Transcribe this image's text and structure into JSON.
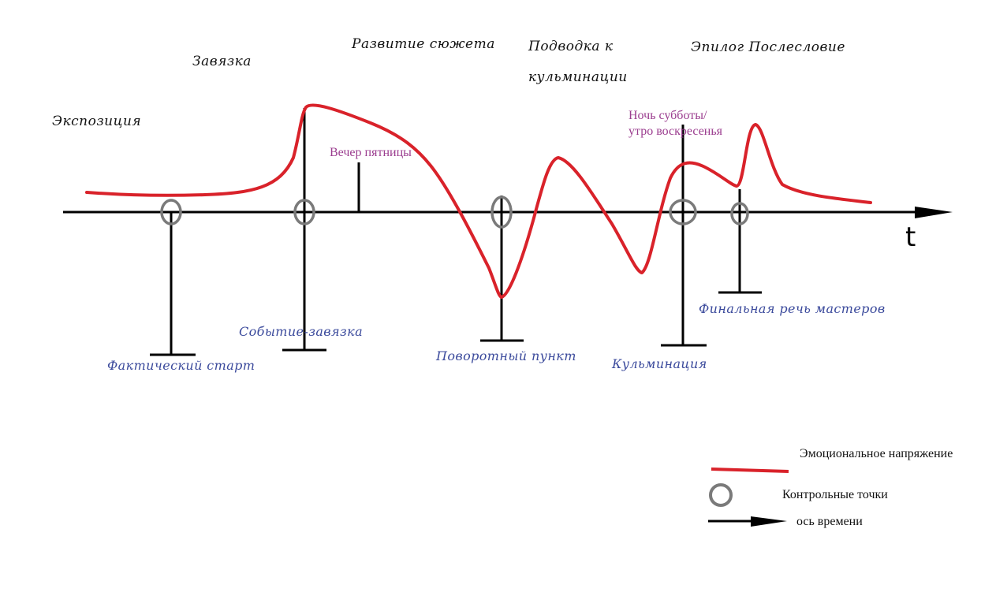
{
  "colors": {
    "curve": "#d9222a",
    "marker": "#7a7a7a",
    "axis": "#000000",
    "phase_text": "#111111",
    "point_text": "#3b4a9c",
    "event_text": "#9b3d8f"
  },
  "phases": {
    "exposition": "Экспозиция",
    "setup": "Завязка",
    "development": "Развитие сюжета",
    "lead_to_climax_1": "Подводка к",
    "lead_to_climax_2": "кульминации",
    "epilogue": "Эпилог Послесловие"
  },
  "points": {
    "actual_start": "Фактический старт",
    "inciting_event": "Событие-завязка",
    "turning_point": "Поворотный пункт",
    "climax": "Кульминация",
    "final_speech": "Финальная речь мастеров"
  },
  "events": {
    "friday_evening": "Вечер пятницы",
    "saturday_night_1": "Ночь субботы/",
    "saturday_night_2": "утро воскресенья"
  },
  "axis": {
    "label": "t"
  },
  "legend": {
    "tension": "Эмоциональное напряжение",
    "checkpoints": "Контрольные точки",
    "time_axis": "ось времени"
  }
}
